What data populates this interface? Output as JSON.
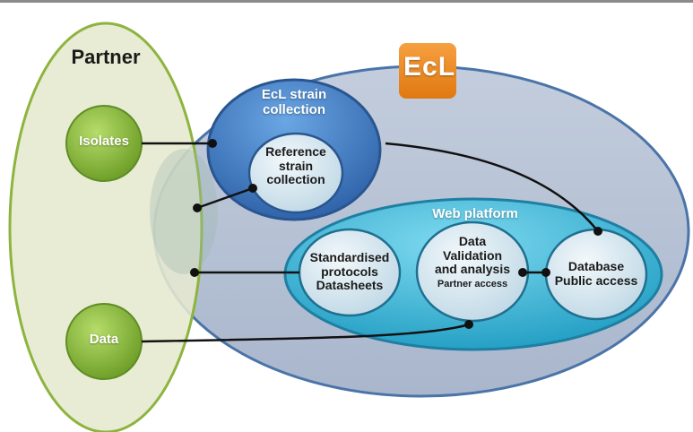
{
  "partner": {
    "title": "Partner",
    "isolates_label": "Isolates",
    "data_label": "Data"
  },
  "logo": {
    "text": "EcL"
  },
  "ecl_collection": {
    "title_line1": "EcL strain",
    "title_line2": "collection",
    "reference_line1": "Reference",
    "reference_line2": "strain",
    "reference_line3": "collection"
  },
  "web_platform": {
    "title": "Web platform",
    "protocols_line1": "Standardised",
    "protocols_line2": "protocols",
    "protocols_line3": "Datasheets",
    "validation_line1": "Data",
    "validation_line2": "Validation",
    "validation_line3": "and analysis",
    "validation_line4": "Partner access",
    "database_line1": "Database",
    "database_line2": "Public access"
  },
  "colors": {
    "partner_fill": "#e6e9cf",
    "partner_border": "#8db43e",
    "green_node": "#7fb436",
    "ecl_fill": "#b4bfd2",
    "ecl_border": "#4a74a8",
    "collection_blue": "#3d7ac4",
    "web_platform": "#3bb8d8",
    "light_node": "#d8e8f0",
    "logo_orange": "#f08a1c"
  }
}
